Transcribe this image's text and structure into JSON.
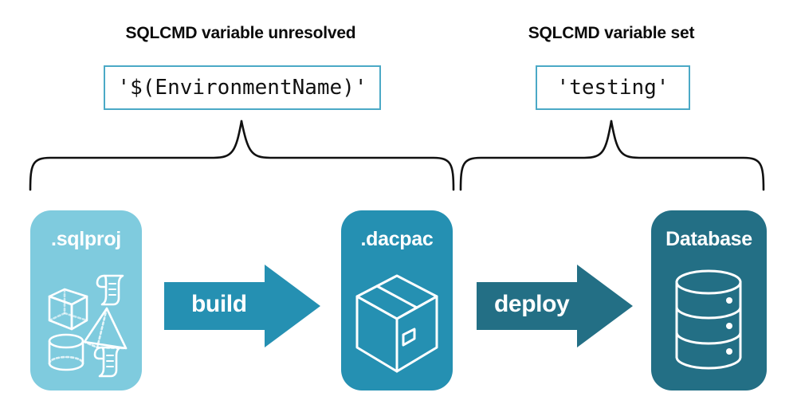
{
  "diagram": {
    "title_unresolved": "SQLCMD variable unresolved",
    "title_set": "SQLCMD variable set",
    "value_unresolved": "'$(EnvironmentName)'",
    "value_set": "'testing'",
    "stages": [
      {
        "label": ".sqlproj",
        "icon": "project-artifacts-icon",
        "color": "#7FCBDE"
      },
      {
        "label": ".dacpac",
        "icon": "package-box-icon",
        "color": "#2590B2"
      },
      {
        "label": "Database",
        "icon": "database-cylinder-icon",
        "color": "#236F85"
      }
    ],
    "arrows": [
      {
        "label": "build",
        "icon": "arrow-right-icon",
        "color": "#2590B2"
      },
      {
        "label": "deploy",
        "icon": "arrow-right-icon",
        "color": "#236F85"
      }
    ],
    "colors": {
      "sqlproj": "#7FCBDE",
      "dacpac": "#2590B2",
      "database": "#236F85",
      "box_border": "#4BA9C6",
      "brace": "#111111",
      "text_dark": "#0b0b0b",
      "text_light": "#ffffff",
      "background": "#ffffff"
    },
    "braces": {
      "left_brace_icon": "curly-brace-up-icon",
      "right_brace_icon": "curly-brace-up-icon"
    }
  }
}
